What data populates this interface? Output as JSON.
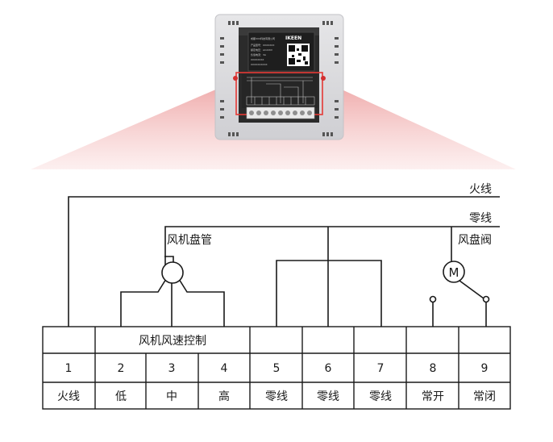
{
  "device": {
    "brand": "IKEEN",
    "sticker_lines": [
      "成都XXX科技有限公司",
      "产品型号：XXXXXXX",
      "额定电压：AC220V",
      "负载电流：3A",
      "XXXXXXXX",
      "XXXXXXXXXX"
    ]
  },
  "diagram": {
    "labels": {
      "live_line": "火线",
      "neutral_line": "零线",
      "fan_coil": "风机盘管",
      "fan_valve": "风盘阀",
      "motor": "M",
      "speed_control": "风机风速控制"
    },
    "terminals": [
      {
        "number": "1",
        "name": "火线"
      },
      {
        "number": "2",
        "name": "低"
      },
      {
        "number": "3",
        "name": "中"
      },
      {
        "number": "4",
        "name": "高"
      },
      {
        "number": "5",
        "name": "零线"
      },
      {
        "number": "6",
        "name": "零线"
      },
      {
        "number": "7",
        "name": "零线"
      },
      {
        "number": "8",
        "name": "常开"
      },
      {
        "number": "9",
        "name": "常闭"
      }
    ]
  },
  "colors": {
    "highlight": "#e53935",
    "beam": "#f4b3b3",
    "panel_bg": "#d9d9dc",
    "board": "#2b2b2b",
    "terminal_block": "#e9e9e9",
    "line": "#1a1a1a"
  }
}
